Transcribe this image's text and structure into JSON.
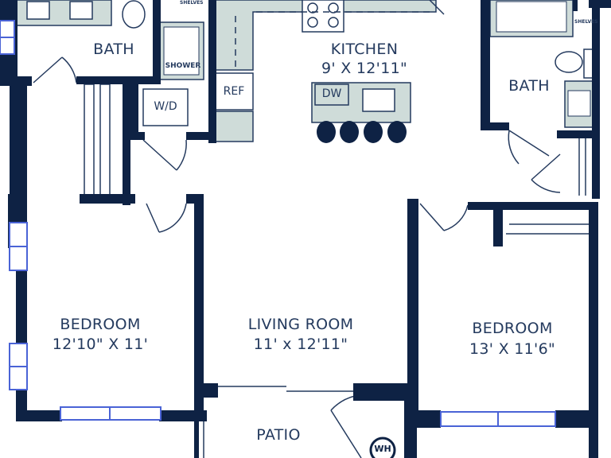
{
  "rooms": {
    "bath_left": {
      "name": "BATH"
    },
    "shower": {
      "name": "SHOWER"
    },
    "shelves_left": {
      "name": "SHELVES"
    },
    "kitchen": {
      "name": "KITCHEN",
      "dims": "9' X 12'11\""
    },
    "dw": {
      "name": "DW"
    },
    "ref": {
      "name": "REF"
    },
    "wd": {
      "name": "W/D"
    },
    "bath_right": {
      "name": "BATH"
    },
    "shelves_right": {
      "name": "SHELVES"
    },
    "bedroom_left": {
      "name": "BEDROOM",
      "dims": "12'10\" X 11'"
    },
    "living_room": {
      "name": "LIVING ROOM",
      "dims": "11' x 12'11\""
    },
    "bedroom_right": {
      "name": "BEDROOM",
      "dims": "13' X 11'6\""
    },
    "patio": {
      "name": "PATIO"
    },
    "wh": {
      "name": "WH"
    }
  },
  "colors": {
    "wall": "#0e2244",
    "fixture_fill": "#cfdcd9",
    "fixture_stroke": "#243a5e",
    "window": "#4a63d6"
  }
}
